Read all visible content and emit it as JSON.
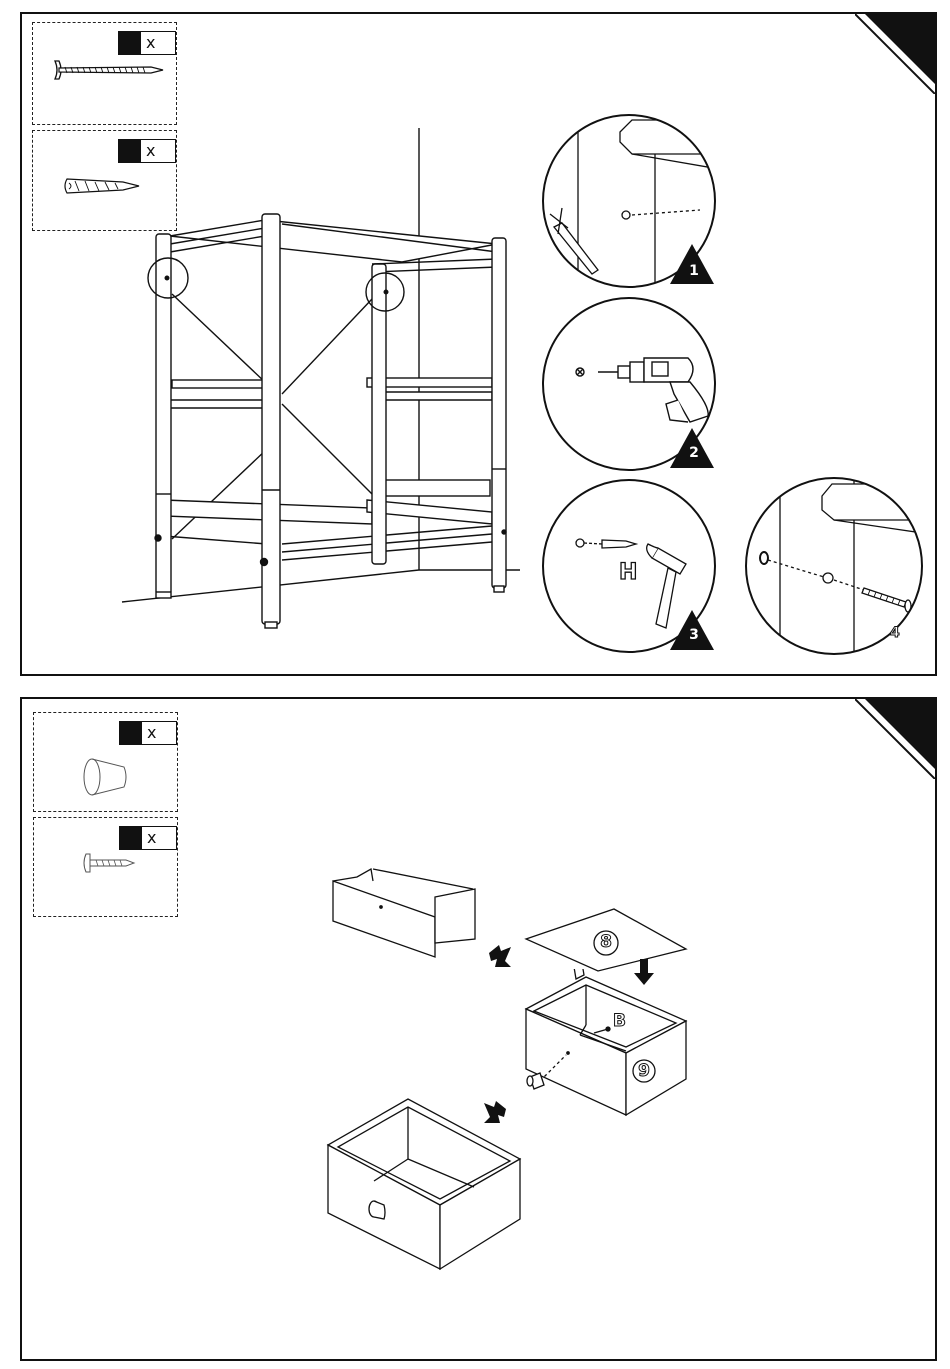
{
  "steps": [
    {
      "parts": [
        {
          "name": "long-screw",
          "qty_symbol": "x"
        },
        {
          "name": "wall-plug",
          "qty_symbol": "x"
        }
      ],
      "substeps": [
        {
          "number": "1",
          "action": "mark"
        },
        {
          "number": "2",
          "action": "drill"
        },
        {
          "number": "3",
          "action": "hammer",
          "part_letter": "H"
        },
        {
          "number": "4",
          "action": "screw"
        }
      ]
    },
    {
      "parts": [
        {
          "name": "knob",
          "qty_symbol": "x"
        },
        {
          "name": "short-screw",
          "qty_symbol": "x"
        }
      ],
      "panel_labels": {
        "bottom_panel": "8",
        "drawer_body": "9",
        "hardware": "B"
      }
    }
  ],
  "colors": {
    "ink": "#111111",
    "paper": "#ffffff"
  }
}
